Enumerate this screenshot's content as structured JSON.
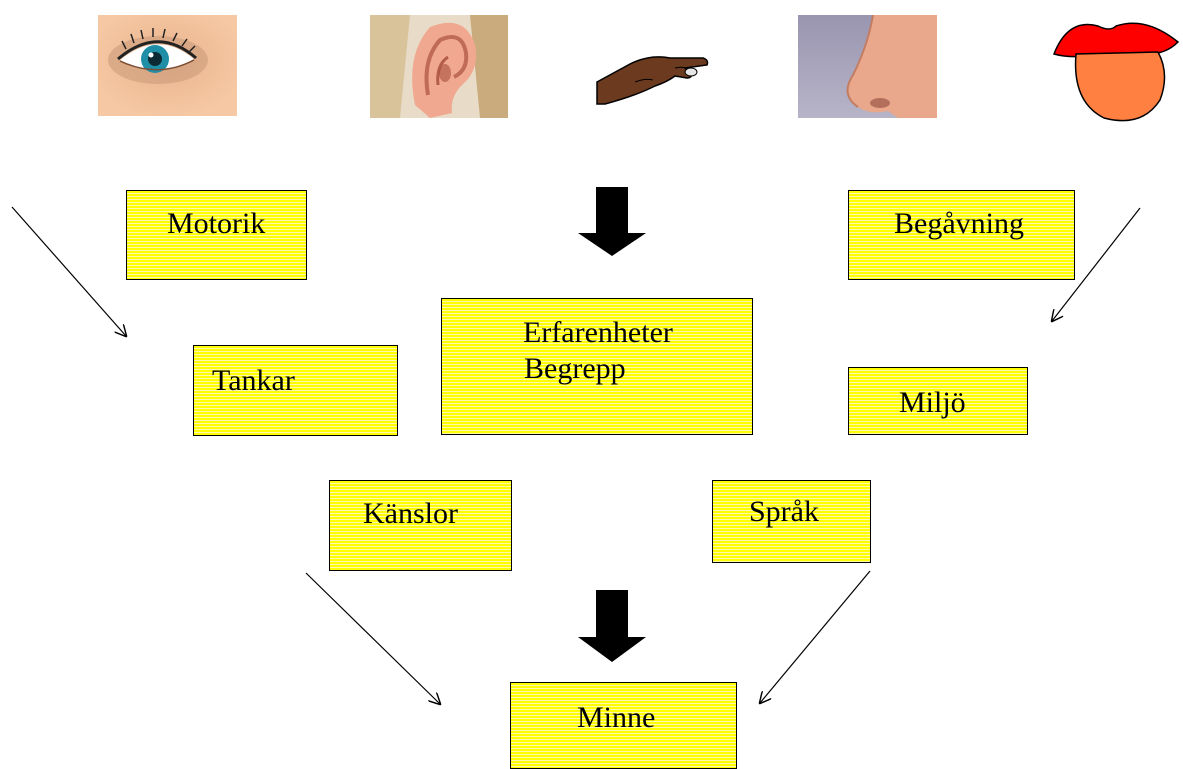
{
  "senses": [
    {
      "name": "eye-icon"
    },
    {
      "name": "ear-icon"
    },
    {
      "name": "hand-icon"
    },
    {
      "name": "nose-icon"
    },
    {
      "name": "mouth-icon"
    }
  ],
  "boxes": {
    "motorik": "Motorik",
    "begavning": "Begåvning",
    "tankar": "Tankar",
    "erfarenheter": "Erfarenheter",
    "begrepp": "Begrepp",
    "miljo": "Miljö",
    "kanslor": "Känslor",
    "sprak": "Språk",
    "minne": "Minne"
  },
  "colors": {
    "box_fill": "#ffff00",
    "arrow": "#000000",
    "mouth_lips": "#ff0000",
    "mouth_tongue": "#ff8040"
  }
}
